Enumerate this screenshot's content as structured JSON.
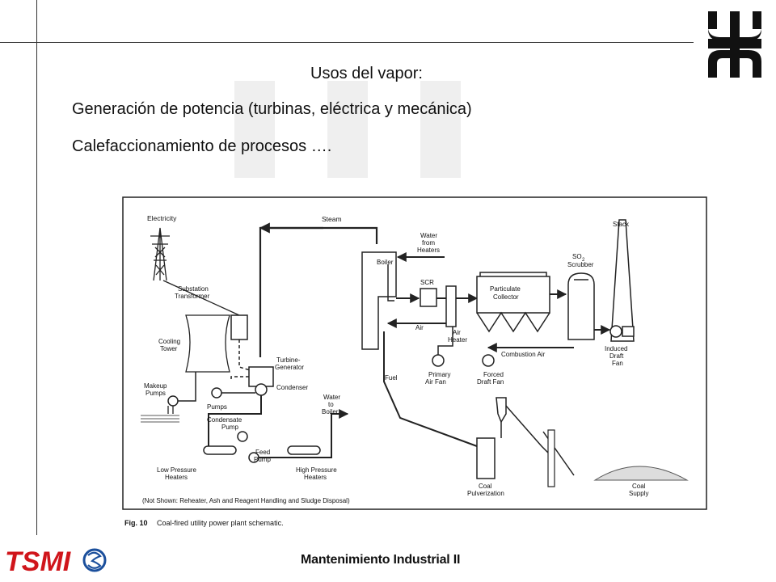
{
  "slide": {
    "heading": "Usos del vapor:",
    "bullets": [
      "Generación de potencia (turbinas, eléctrica y mecánica)",
      "Calefaccionamiento de procesos …."
    ]
  },
  "diagram": {
    "labels": {
      "electricity": "Electricity",
      "steam": "Steam",
      "water_from_heaters": [
        "Water",
        "from",
        "Heaters"
      ],
      "stack": "Stack",
      "boiler": "Boiler",
      "scr": "SCR",
      "so2_scrubber": [
        "SO",
        "2",
        "Scrubber"
      ],
      "particulate_collector": [
        "Particulate",
        "Collector"
      ],
      "substation_transformer": [
        "Substation",
        "Transformer"
      ],
      "cooling_tower": [
        "Cooling",
        "Tower"
      ],
      "turbine_generator": [
        "Turbine-",
        "Generator"
      ],
      "condenser": "Condenser",
      "air": "Air",
      "air_heater": [
        "Air",
        "Heater"
      ],
      "combustion_air": "Combustion Air",
      "induced_draft_fan": [
        "Induced",
        "Draft",
        "Fan"
      ],
      "fuel": "Fuel",
      "primary_air_fan": [
        "Primary",
        "Air Fan"
      ],
      "forced_draft_fan": [
        "Forced",
        "Draft Fan"
      ],
      "makeup_pumps": [
        "Makeup",
        "Pumps"
      ],
      "pumps": "Pumps",
      "water_to_boiler": [
        "Water",
        "to",
        "Boiler"
      ],
      "condensate_pump": [
        "Condensate",
        "Pump"
      ],
      "feed_pump": [
        "Feed",
        "Pump"
      ],
      "low_pressure_heaters": [
        "Low Pressure",
        "Heaters"
      ],
      "high_pressure_heaters": [
        "High Pressure",
        "Heaters"
      ],
      "coal_pulverization": [
        "Coal",
        "Pulverization"
      ],
      "coal_supply": [
        "Coal",
        "Supply"
      ],
      "not_shown": "(Not Shown: Reheater, Ash and Reagent Handling and Sludge Disposal)"
    },
    "caption_fig": "Fig. 10",
    "caption_text": "Coal-fired utility power plant schematic."
  },
  "footer": {
    "brand": "TSMI",
    "course": "Mantenimiento Industrial II"
  },
  "colors": {
    "brand_red": "#d0151b",
    "text": "#111111",
    "diagram_line": "#222222",
    "logo_blue": "#1b4f9c"
  }
}
